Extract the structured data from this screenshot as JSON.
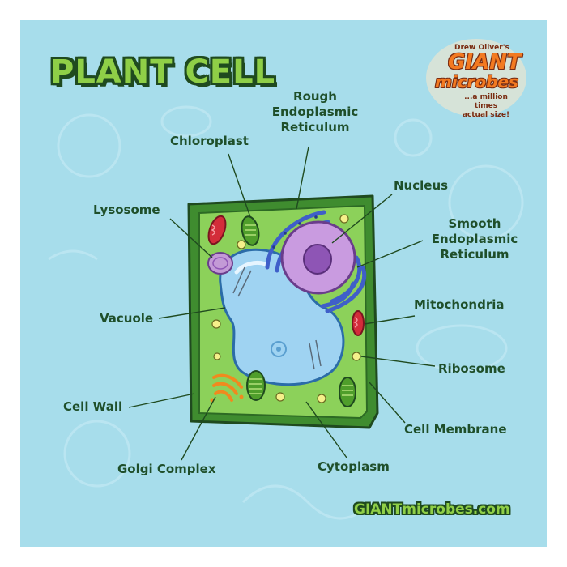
{
  "title": "PLANT CELL",
  "brand": {
    "top": "Drew Oliver's",
    "giant": "GIANT",
    "microbes": "microbes",
    "tagline_1": "...a million times",
    "tagline_2": "actual size!"
  },
  "labels": {
    "chloroplast": "Chloroplast",
    "rough_er_1": "Rough",
    "rough_er_2": "Endoplasmic",
    "rough_er_3": "Reticulum",
    "nucleus": "Nucleus",
    "smooth_er_1": "Smooth",
    "smooth_er_2": "Endoplasmic",
    "smooth_er_3": "Reticulum",
    "lysosome": "Lysosome",
    "mitochondria": "Mitochondria",
    "vacuole": "Vacuole",
    "ribosome": "Ribosome",
    "cell_wall": "Cell Wall",
    "cell_membrane": "Cell Membrane",
    "golgi": "Golgi Complex",
    "cytoplasm": "Cytoplasm"
  },
  "footer": "GIANTmicrobes.com",
  "colors": {
    "background": "#a7ddeb",
    "cell_wall": "#3f8c2f",
    "cytoplasm": "#8cd15a",
    "vacuole": "#9fd3f2",
    "nucleus": "#c99be0",
    "nucleolus": "#8e55b5",
    "er": "#3f5fc9",
    "mitochondria": "#d32d3a",
    "chloroplast": "#4f9e2b",
    "golgi": "#f08a1e",
    "ribosome": "#f5f08a",
    "label_text": "#1f4f2a"
  }
}
